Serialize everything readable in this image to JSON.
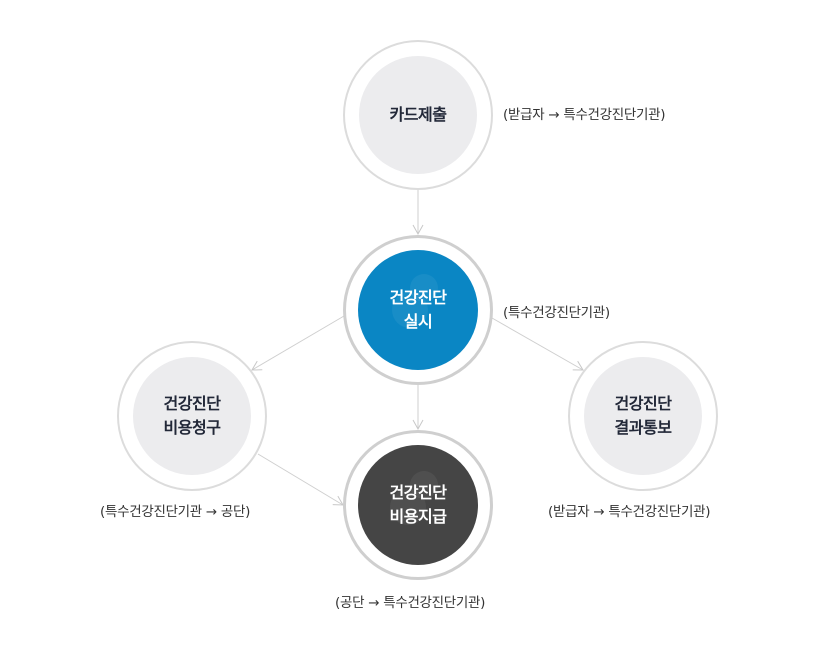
{
  "nodes": {
    "card_submit": {
      "lines": [
        "카드제출"
      ],
      "caption": "(받급자 → 특수건강진단기관)"
    },
    "exam": {
      "lines": [
        "건강진단",
        "실시"
      ],
      "caption": "(특수건강진단기관)"
    },
    "claim": {
      "lines": [
        "건강진단",
        "비용청구"
      ],
      "caption": "(특수건강진단기관 → 공단)"
    },
    "result": {
      "lines": [
        "건강진단",
        "결과통보"
      ],
      "caption": "(받급자 → 특수건강진단기관)"
    },
    "payment": {
      "lines": [
        "건강진단",
        "비용지급"
      ],
      "caption": "(공단 → 특수건강진단기관)"
    }
  },
  "colors": {
    "blue": "#0a86c4",
    "dark": "#454545",
    "light": "#ececee",
    "connector": "#cfcfcf"
  }
}
